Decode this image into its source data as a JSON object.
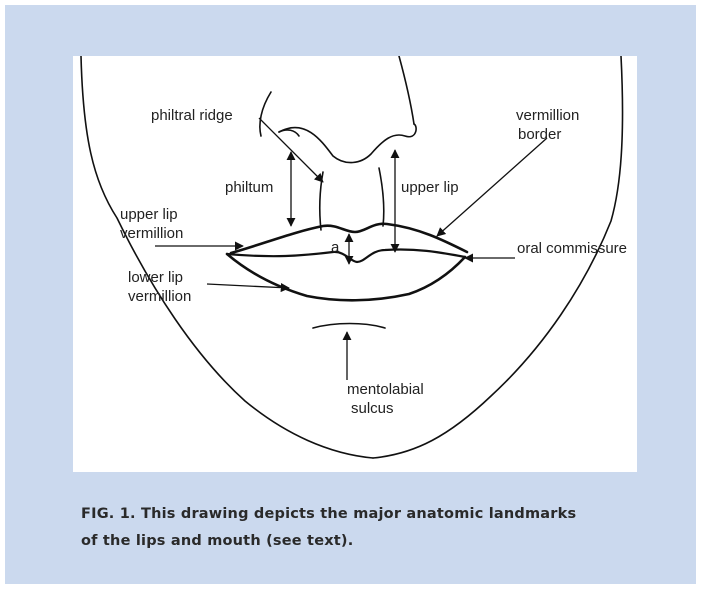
{
  "figure": {
    "labels": {
      "philtral_ridge": "philtral ridge",
      "vermillion_border_1": "vermillion",
      "vermillion_border_2": "border",
      "philtum": "philtum",
      "upper_lip": "upper lip",
      "upper_lip_vermillion_1": "upper lip",
      "upper_lip_vermillion_2": "vermillion",
      "a": "a",
      "oral_commissure": "oral commissure",
      "lower_lip_vermillion_1": "lower lip",
      "lower_lip_vermillion_2": "vermillion",
      "mentolabial_sulcus_1": "mentolabial",
      "mentolabial_sulcus_2": "sulcus"
    }
  },
  "caption": {
    "line1": "FIG.  1.  This drawing depicts the major anatomic landmarks",
    "line2": "of the lips and mouth (see text)."
  }
}
